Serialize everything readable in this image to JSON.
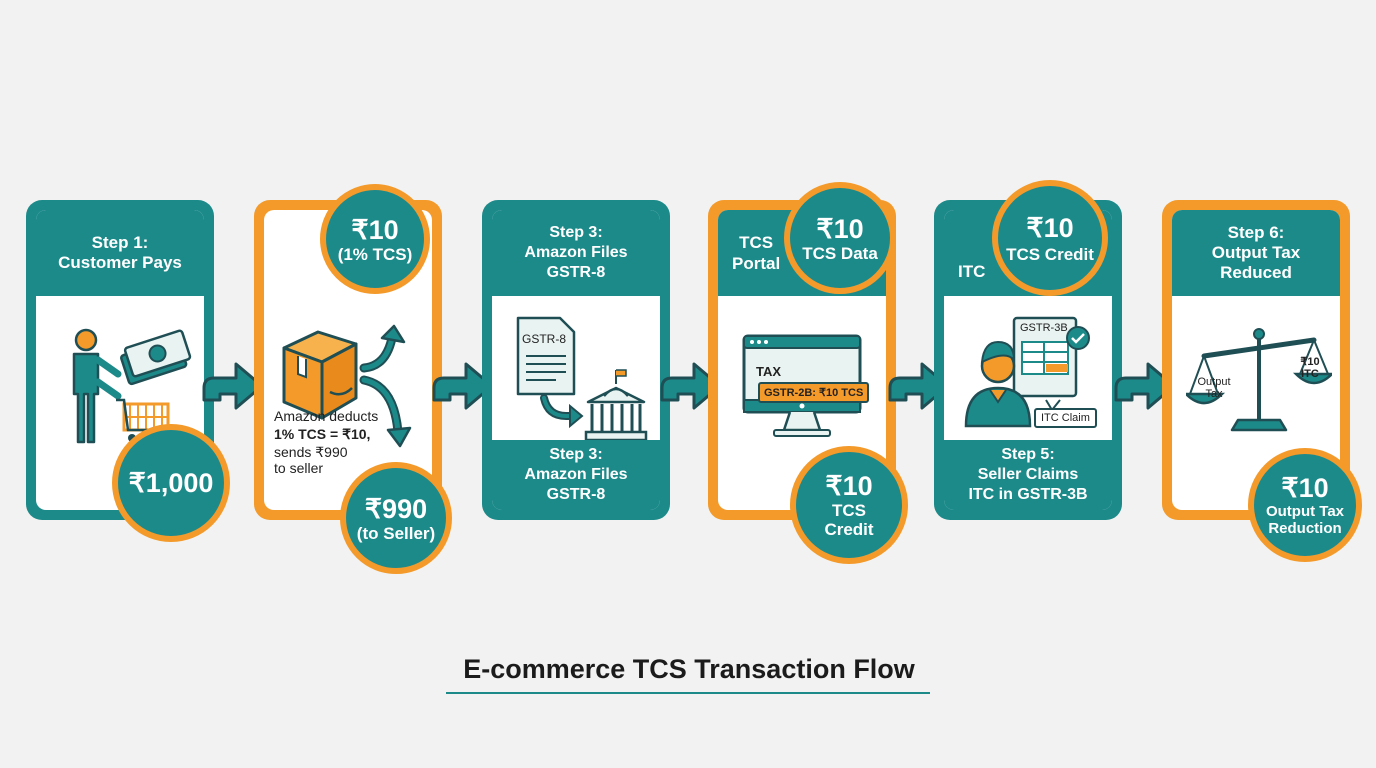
{
  "title": "E-commerce TCS Transaction Flow",
  "colors": {
    "teal": "#1d8a8a",
    "orange": "#f39a2b",
    "background": "#f1f2f1"
  },
  "steps": [
    {
      "header": "Step 1:\nCustomer Pays",
      "circle_big": "₹1,000",
      "icon": "customer-cart-cash-icon"
    },
    {
      "circle_top_big": "₹10",
      "circle_top_small": "(1% TCS)",
      "note_1": "Amazon deducts",
      "note_2": "1% TCS = ₹10,",
      "note_3": "sends ₹990",
      "note_4": "to seller",
      "circle_bottom_big": "₹990",
      "circle_bottom_small": "(to Seller)",
      "icon": "package-box-icon"
    },
    {
      "header": "Step 3:\nAmazon Files\nGSTR-8",
      "doc_label": "GSTR-8",
      "footer": "Step 3:\nAmazon Files\nGSTR-8",
      "icon": "document-government-icon"
    },
    {
      "header_left": "TCS\nPortal",
      "circle_top_big": "₹10",
      "circle_top_small": "TCS Data",
      "screen_tax": "TAX",
      "screen_badge": "GSTR-2B: ₹10 TCS",
      "circle_bottom_big": "₹10",
      "circle_bottom_small": "TCS\nCredit",
      "icon": "computer-monitor-icon"
    },
    {
      "header_left": "ITC",
      "circle_top_big": "₹10",
      "circle_top_small": "TCS Credit",
      "doc_label": "GSTR-3B",
      "claim_label": "ITC Claim",
      "footer": "Step 5:\nSeller Claims\nITC in GSTR-3B",
      "icon": "seller-person-icon"
    },
    {
      "header": "Step 6:\nOutput Tax\nReduced",
      "scale_left": "Output\nTax",
      "scale_right": "₹10\nITC",
      "circle_big": "₹10",
      "circle_small": "Output Tax\nReduction",
      "icon": "balance-scale-icon"
    }
  ]
}
